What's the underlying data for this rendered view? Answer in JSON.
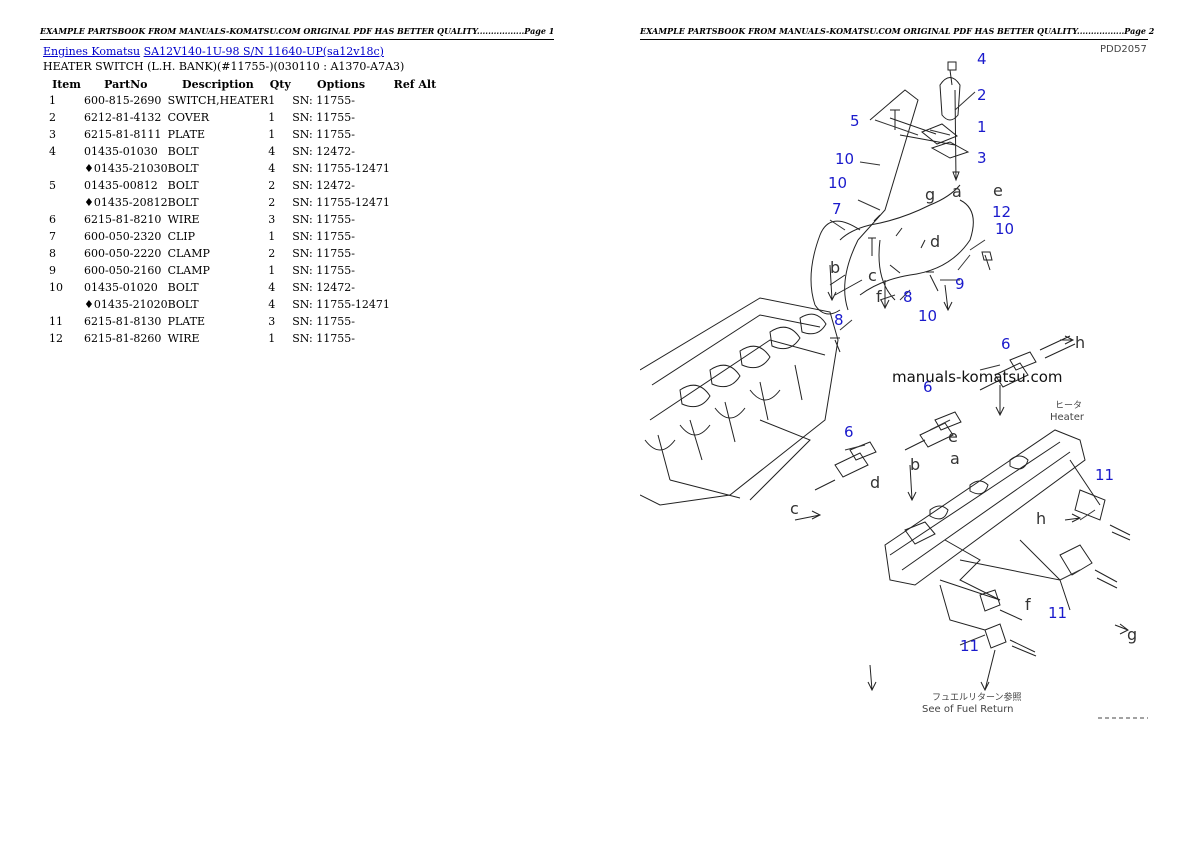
{
  "header": {
    "page1": "EXAMPLE PARTSBOOK FROM MANUALS-KOMATSU.COM ORIGINAL PDF HAS BETTER QUALITY.................Page 1",
    "page2": "EXAMPLE PARTSBOOK FROM MANUALS-KOMATSU.COM ORIGINAL PDF HAS BETTER QUALITY.................Page 2"
  },
  "breadcrumb": {
    "link1": "Engines Komatsu",
    "link2": "SA12V140-1U-98 S/N 11640-UP(sa12v18c)"
  },
  "subtitle": "HEATER SWITCH (L.H. BANK)(#11755-)(030110 : A1370-A7A3)",
  "table": {
    "headers": [
      "Item",
      "PartNo",
      "Description",
      "Qty",
      "Options",
      "Ref Alt"
    ],
    "rows": [
      [
        "1",
        "600-815-2690",
        "SWITCH,HEATER",
        "1",
        "SN: 11755-",
        ""
      ],
      [
        "2",
        "6212-81-4132",
        "COVER",
        "1",
        "SN: 11755-",
        ""
      ],
      [
        "3",
        "6215-81-8111",
        "PLATE",
        "1",
        "SN: 11755-",
        ""
      ],
      [
        "4",
        "01435-01030",
        "BOLT",
        "4",
        "SN: 12472-",
        ""
      ],
      [
        "",
        "♦01435-21030",
        "BOLT",
        "4",
        "SN: 11755-12471",
        ""
      ],
      [
        "5",
        "01435-00812",
        "BOLT",
        "2",
        "SN: 12472-",
        ""
      ],
      [
        "",
        "♦01435-20812",
        "BOLT",
        "2",
        "SN: 11755-12471",
        ""
      ],
      [
        "6",
        "6215-81-8210",
        "WIRE",
        "3",
        "SN: 11755-",
        ""
      ],
      [
        "7",
        "600-050-2320",
        "CLIP",
        "1",
        "SN: 11755-",
        ""
      ],
      [
        "8",
        "600-050-2220",
        "CLAMP",
        "2",
        "SN: 11755-",
        ""
      ],
      [
        "9",
        "600-050-2160",
        "CLAMP",
        "1",
        "SN: 11755-",
        ""
      ],
      [
        "10",
        "01435-01020",
        "BOLT",
        "4",
        "SN: 12472-",
        ""
      ],
      [
        "",
        "♦01435-21020",
        "BOLT",
        "4",
        "SN: 11755-12471",
        ""
      ],
      [
        "11",
        "6215-81-8130",
        "PLATE",
        "3",
        "SN: 11755-",
        ""
      ],
      [
        "12",
        "6215-81-8260",
        "WIRE",
        "1",
        "SN: 11755-",
        ""
      ]
    ]
  },
  "diagram": {
    "code": "PDD2057",
    "watermark": "manuals-komatsu.com",
    "heater_jp": "ヒータ",
    "heater_en": "Heater",
    "fuel_jp": "フュエルリターン参照",
    "fuel_en": "See of Fuel Return",
    "callouts": {
      "n1": "1",
      "n2": "2",
      "n3": "3",
      "n4": "4",
      "n5": "5",
      "n6": "6",
      "n7": "7",
      "n8": "8",
      "n9": "9",
      "n10": "10",
      "n11": "11",
      "n12": "12"
    },
    "letters": {
      "a": "a",
      "b": "b",
      "c": "c",
      "d": "d",
      "e": "e",
      "f": "f",
      "g": "g",
      "h": "h"
    },
    "colors": {
      "callout": "#1a1acc",
      "line": "#222222"
    }
  }
}
